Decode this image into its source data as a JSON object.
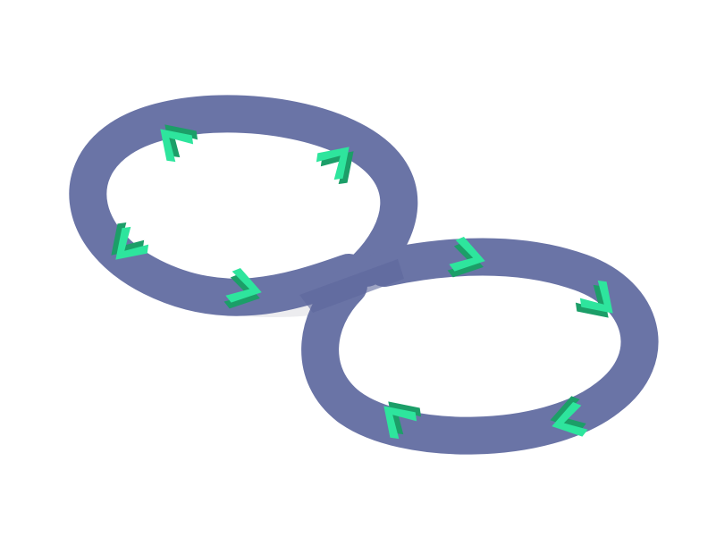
{
  "diagram": {
    "type": "infinity-loop",
    "loops": [
      {
        "name": "left-loop",
        "chevron_count": 4
      },
      {
        "name": "right-loop",
        "chevron_count": 4
      }
    ]
  },
  "colors": {
    "background": "#ffffff",
    "track": "#6a74a6",
    "track_dark": "#56609a",
    "track_shadow": "#e8e8ec",
    "arrow_top": "#2ee59d",
    "arrow_side": "#1c9e68",
    "arrow_edge": "#23bf80"
  },
  "icons": {
    "arrow": "chevron-icon"
  }
}
